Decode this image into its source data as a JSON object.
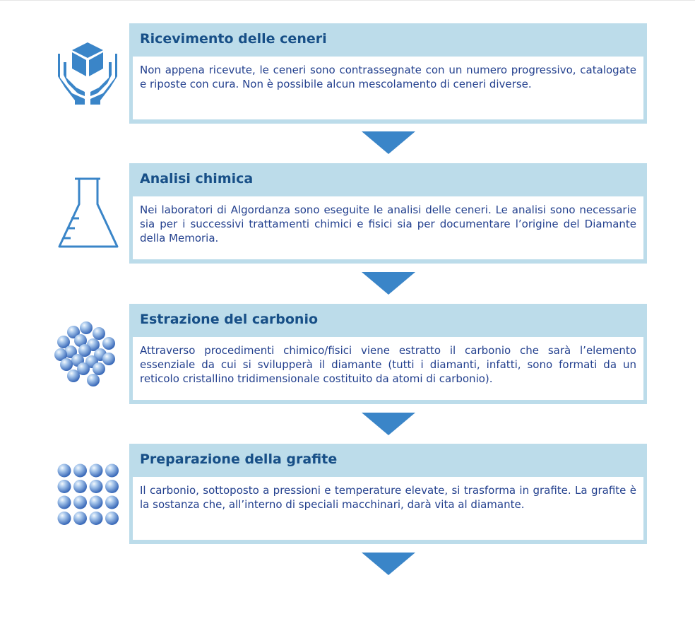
{
  "steps": [
    {
      "title": "Ricevimento delle ceneri",
      "body": "Non appena ricevute, le ceneri sono contrassegnate con un numero progressivo, catalogate e riposte con cura. Non è possibile alcun mescolamento di ceneri diverse.",
      "icon": "hands-box-icon"
    },
    {
      "title": "Analisi chimica",
      "body": "Nei laboratori di Algordanza sono eseguite le analisi delle ceneri. Le analisi sono necessarie sia per i successivi trattamenti chimici e fisici sia per documentare l’origine del Diamante della Memoria.",
      "icon": "flask-icon"
    },
    {
      "title": "Estrazione del carbonio",
      "body": "Attraverso procedimenti chimico/fisici viene estratto il carbonio che sarà l’elemento essenziale da cui si svilupperà il diamante (tutti i diamanti, infatti, sono formati da un reticolo cristallino tridimensionale costituito da atomi di carbonio).",
      "icon": "atom-cluster-icon"
    },
    {
      "title": "Preparazione della grafite",
      "body": "Il carbonio, sottoposto a pressioni e temperature elevate, si trasforma in grafite. La grafite è la sostanza che, all’interno di speciali macchinari, darà vita al diamante.",
      "icon": "atom-grid-icon"
    }
  ],
  "colors": {
    "title_band": "#bcdcea",
    "title_text": "#174f87",
    "body_text": "#23408e",
    "arrow": "#3a85c8",
    "icon": "#3a85c8"
  }
}
